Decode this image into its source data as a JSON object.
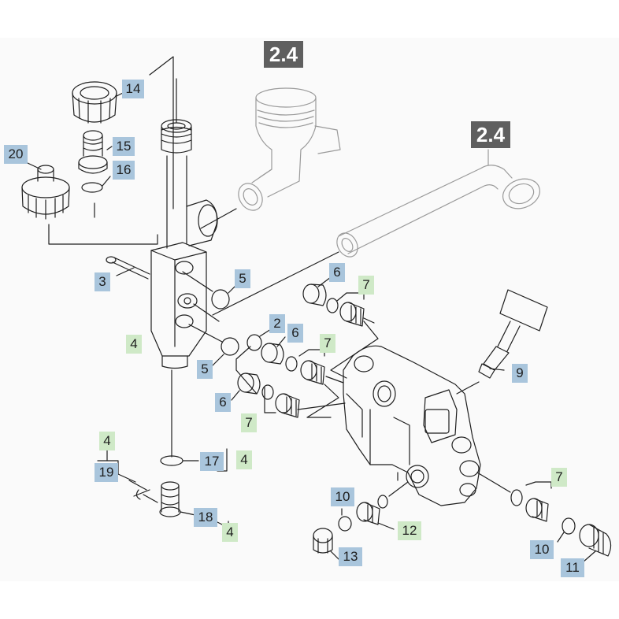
{
  "references": [
    "2.4",
    "2.4"
  ],
  "callouts": [
    {
      "text": "14",
      "kind": "part"
    },
    {
      "text": "15",
      "kind": "part"
    },
    {
      "text": "16",
      "kind": "part"
    },
    {
      "text": "20",
      "kind": "part"
    },
    {
      "text": "3",
      "kind": "part"
    },
    {
      "text": "5",
      "kind": "part"
    },
    {
      "text": "6",
      "kind": "part"
    },
    {
      "text": "7",
      "kind": "kit"
    },
    {
      "text": "4",
      "kind": "kit"
    },
    {
      "text": "2",
      "kind": "part"
    },
    {
      "text": "6",
      "kind": "part"
    },
    {
      "text": "7",
      "kind": "kit"
    },
    {
      "text": "5",
      "kind": "part"
    },
    {
      "text": "6",
      "kind": "part"
    },
    {
      "text": "7",
      "kind": "kit"
    },
    {
      "text": "9",
      "kind": "part"
    },
    {
      "text": "4",
      "kind": "kit"
    },
    {
      "text": "19",
      "kind": "part"
    },
    {
      "text": "17",
      "kind": "part"
    },
    {
      "text": "4",
      "kind": "kit"
    },
    {
      "text": "18",
      "kind": "part"
    },
    {
      "text": "4",
      "kind": "kit"
    },
    {
      "text": "10",
      "kind": "part"
    },
    {
      "text": "12",
      "kind": "kit"
    },
    {
      "text": "13",
      "kind": "part"
    },
    {
      "text": "7",
      "kind": "kit"
    },
    {
      "text": "10",
      "kind": "part"
    },
    {
      "text": "11",
      "kind": "part"
    }
  ],
  "colors": {
    "part_label": "#a9c5dc",
    "kit_label": "#cfe9c7",
    "reference_box": "#5f5f5f",
    "line": "#1e1e1e",
    "phantom": "#9a9a9a"
  }
}
